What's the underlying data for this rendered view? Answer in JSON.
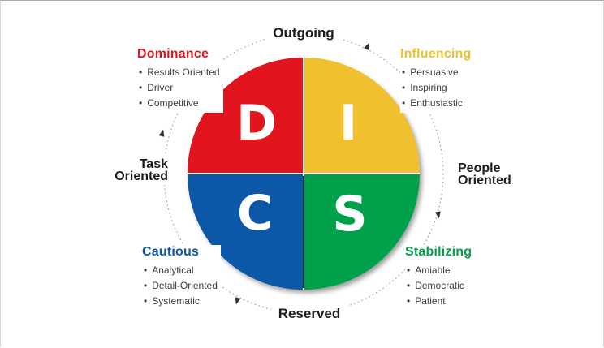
{
  "diagram": {
    "name": "DISC personality model",
    "background": "#ffffff",
    "ring": {
      "color": "#9b9b9b",
      "arrow_color": "#2f2f2f"
    },
    "letter_color": "#ffffff",
    "axis_label_color": "#1d1d1b",
    "trait_text_color": "#3d3d3d"
  },
  "axes": {
    "top": "Outgoing",
    "bottom": "Reserved",
    "left_line1": "Task",
    "left_line2": "Oriented",
    "right_line1": "People",
    "right_line2": "Oriented"
  },
  "quadrants": [
    {
      "letter": "D",
      "name": "Dominance",
      "color": "#e2141e",
      "traits": [
        "Results Oriented",
        "Driver",
        "Competitive"
      ]
    },
    {
      "letter": "I",
      "name": "Influencing",
      "color": "#f0c02f",
      "traits": [
        "Persuasive",
        "Inspiring",
        "Enthusiastic"
      ]
    },
    {
      "letter": "C",
      "name": "Cautious",
      "color": "#0c57a8",
      "traits": [
        "Analytical",
        "Detail-Oriented",
        "Systematic"
      ]
    },
    {
      "letter": "S",
      "name": "Stabilizing",
      "color": "#00a14b",
      "traits": [
        "Amiable",
        "Democratic",
        "Patient"
      ]
    }
  ]
}
